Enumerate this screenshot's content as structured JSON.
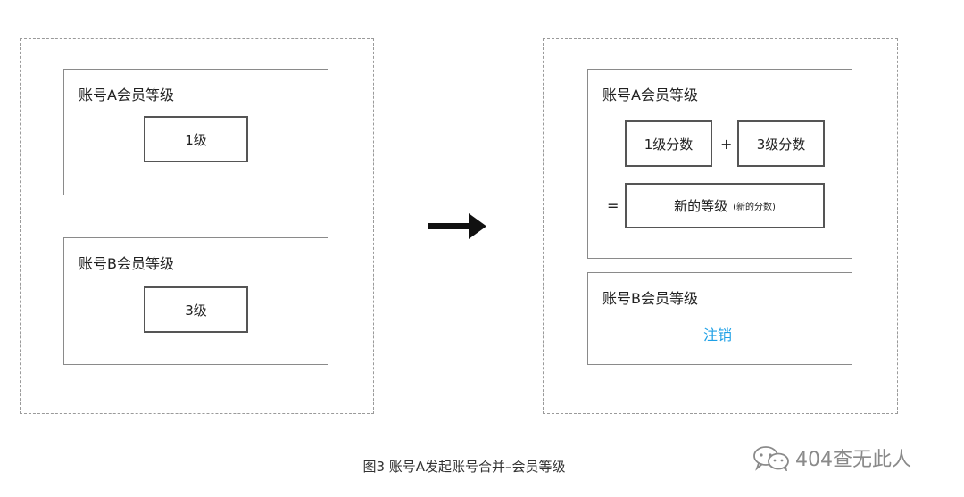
{
  "before": {
    "account_a": {
      "title": "账号A会员等级",
      "level": "1级"
    },
    "account_b": {
      "title": "账号B会员等级",
      "level": "3级"
    }
  },
  "after": {
    "account_a": {
      "title": "账号A会员等级",
      "term1": "1级分数",
      "plus": "+",
      "term2": "3级分数",
      "equals": "=",
      "result": "新的等级",
      "result_note": "(新的分数)"
    },
    "account_b": {
      "title": "账号B会员等级",
      "status": "注销"
    }
  },
  "caption": "图3 账号A发起账号合并–会员等级",
  "watermark": "404查无此人",
  "colors": {
    "cancel": "#1ea0e6",
    "border": "#555555",
    "dashed": "#9a9a9a"
  }
}
